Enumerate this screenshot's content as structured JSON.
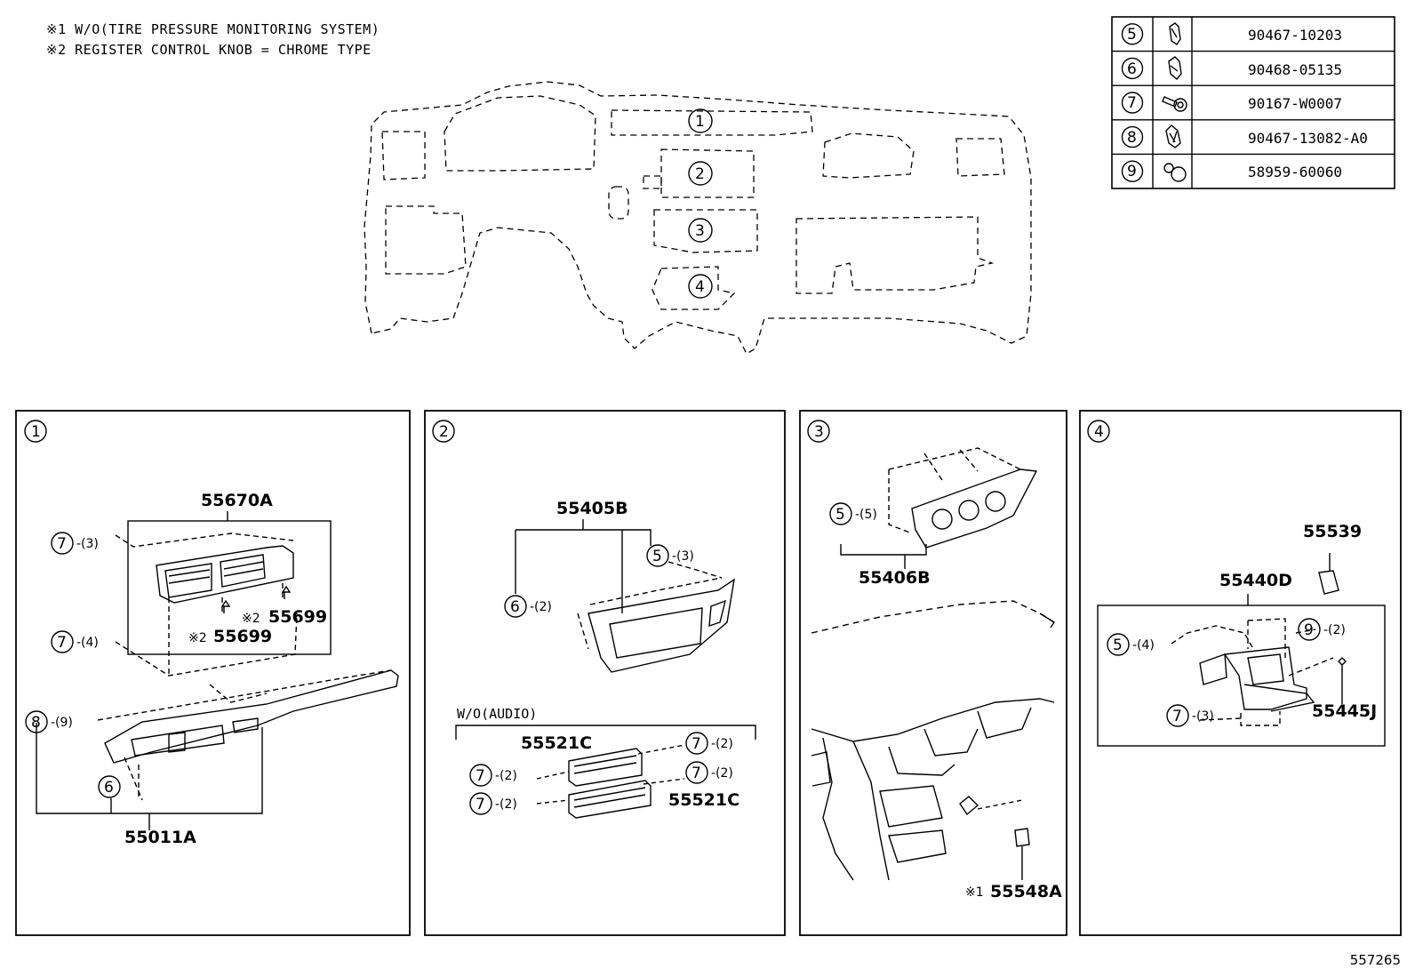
{
  "notes": [
    "※1 W/O(TIRE PRESSURE MONITORING SYSTEM)",
    "※2 REGISTER CONTROL KNOB = CHROME TYPE"
  ],
  "parts_table": [
    {
      "num": "5",
      "part": "90467-10203",
      "icon": "clip-icon"
    },
    {
      "num": "6",
      "part": "90468-05135",
      "icon": "clip-icon"
    },
    {
      "num": "7",
      "part": "90167-W0007",
      "icon": "screw-icon"
    },
    {
      "num": "8",
      "part": "90467-13082-A0",
      "icon": "clip-icon"
    },
    {
      "num": "9",
      "part": "58959-60060",
      "icon": "cap-icon"
    }
  ],
  "overview_callouts": [
    "1",
    "2",
    "3",
    "4"
  ],
  "panel1": {
    "num": "1",
    "assy": "55670A",
    "knob_a": "55699",
    "knob_b": "55699",
    "mark": "※2",
    "main": "55011A",
    "qty7a": "-(3)",
    "qty7b": "-(4)",
    "qty8": "-(9)",
    "c7": "7",
    "c8": "8",
    "c6": "6"
  },
  "panel2": {
    "num": "2",
    "main": "55405B",
    "qty5": "-(3)",
    "qty6": "-(2)",
    "group": "W/O(AUDIO)",
    "part_a": "55521C",
    "part_b": "55521C",
    "qty_a1": "-(2)",
    "qty_a2": "-(2)",
    "qty_b1": "-(2)",
    "qty_b2": "-(2)",
    "c5": "5",
    "c6": "6",
    "c7": "7"
  },
  "panel3": {
    "num": "3",
    "main": "55406B",
    "qty5": "-(5)",
    "mark": "※1",
    "part": "55548A",
    "c5": "5"
  },
  "panel4": {
    "num": "4",
    "part_top": "55539",
    "assy": "55440D",
    "part_side": "55445J",
    "qty5": "-(4)",
    "qty9": "-(2)",
    "qty7": "-(3)",
    "c5": "5",
    "c9": "9",
    "c7": "7"
  },
  "ref": "557265"
}
